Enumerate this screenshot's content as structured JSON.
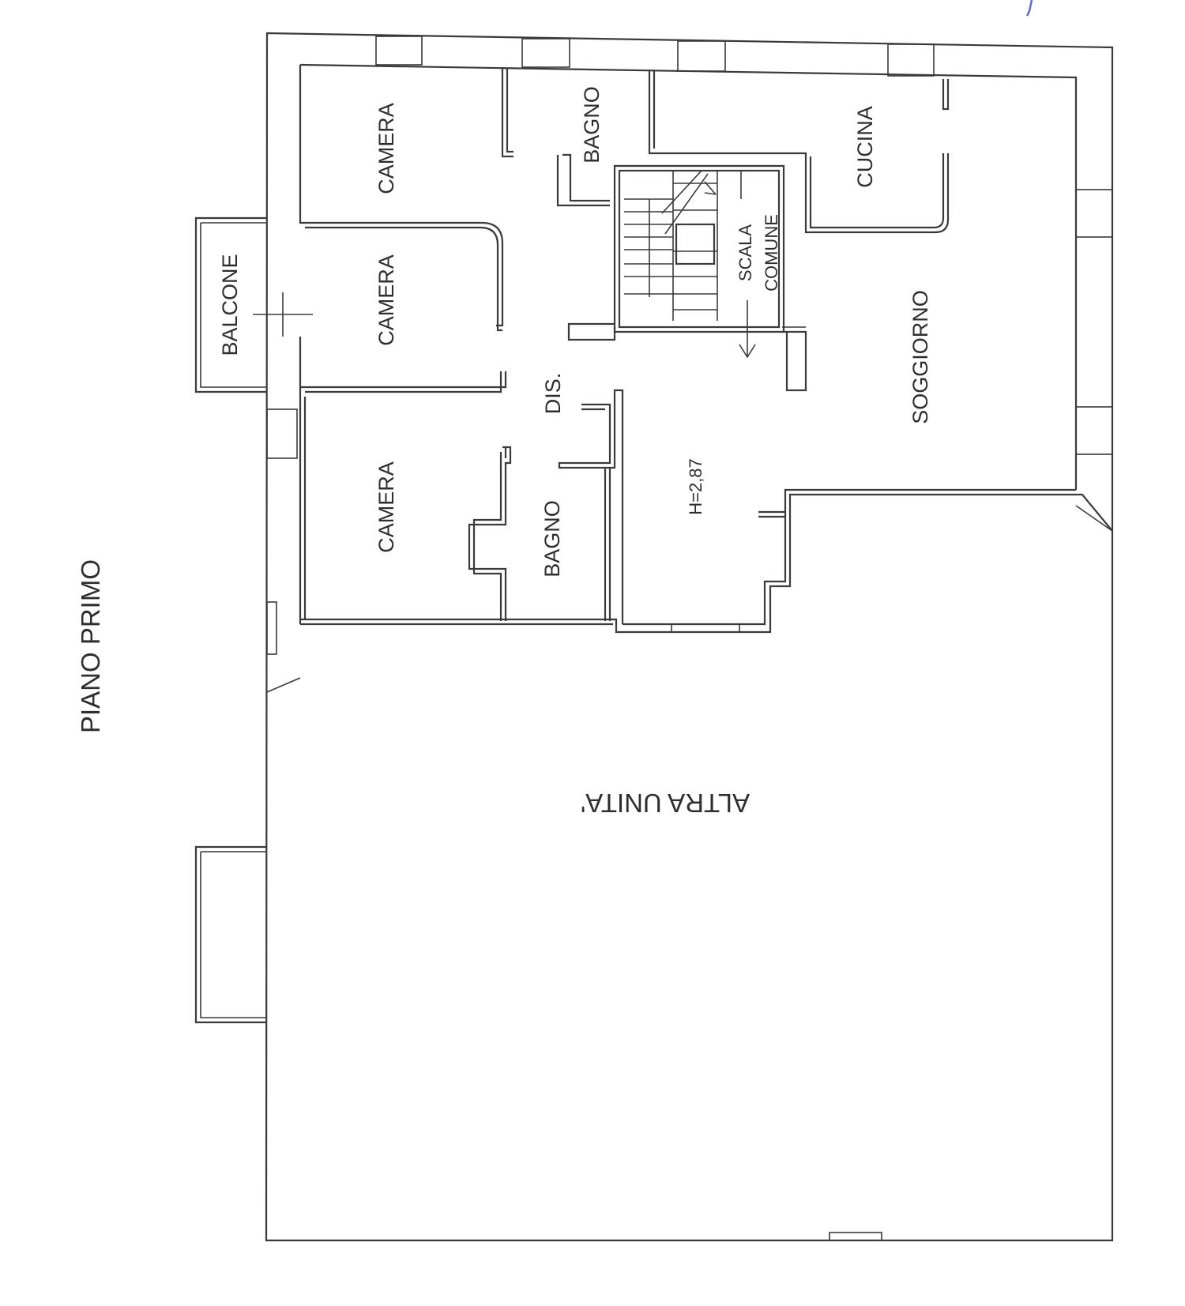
{
  "floor_title": "PIANO PRIMO",
  "rooms": {
    "camera_top": "CAMERA",
    "bagno_top": "BAGNO",
    "cucina": "CUCINA",
    "camera_middle": "CAMERA",
    "balcone": "BALCONE",
    "scala": "SCALA",
    "comune": "COMUNE",
    "soggiorno": "SOGGIORNO",
    "disimpegno": "DIS.",
    "camera_bottom": "CAMERA",
    "bagno_bottom": "BAGNO",
    "ceiling_height": "H=2,87",
    "other_unit": "ALTRA UNITA'"
  },
  "colors": {
    "ink": "#3a3a3a",
    "paper": "#ffffff",
    "pen_mark": "#5a6ad0"
  }
}
